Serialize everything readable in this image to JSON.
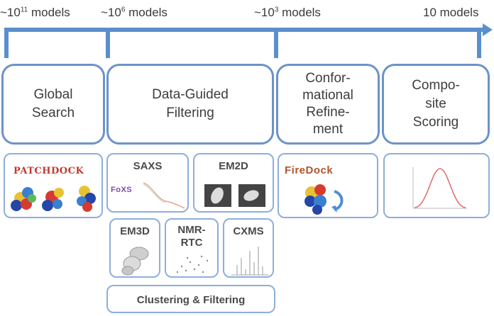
{
  "timeline": {
    "counts": [
      {
        "base": "~10",
        "exp": "11",
        "unit": " models"
      },
      {
        "base": "~10",
        "exp": "6",
        "unit": " models"
      },
      {
        "base": "~10",
        "exp": "3",
        "unit": " models"
      },
      {
        "base": "10",
        "exp": "",
        "unit": " models"
      }
    ],
    "arrow_color": "#4f84c4"
  },
  "stages": [
    {
      "label": "Global\nSearch"
    },
    {
      "label": "Data-Guided\nFiltering"
    },
    {
      "label": "Confor-\nmational\nRefine-\nment"
    },
    {
      "label": "Compo-\nsite\nScoring"
    }
  ],
  "tools": {
    "patchdock": "PATCHDOCK",
    "saxs": "SAXS",
    "foxs": "FoXS",
    "em2d": "EM2D",
    "firedock": "FireDock",
    "em3d": "EM3D",
    "nmr": "NMR-\nRTC",
    "cxms": "CXMS",
    "clustering": "Clustering & Filtering"
  }
}
